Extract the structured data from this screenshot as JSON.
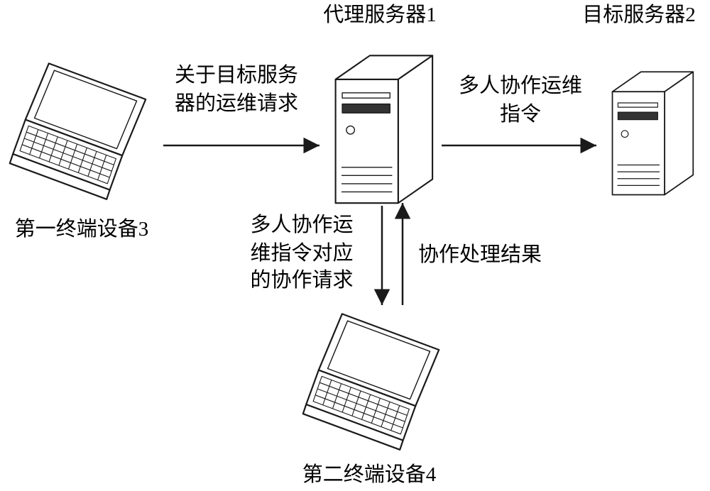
{
  "diagram": {
    "background": "#ffffff",
    "ink": "#1a1a1a",
    "nodes": {
      "proxy_server": {
        "title": "代理服务器1"
      },
      "target_server": {
        "title": "目标服务器2"
      },
      "terminal1": {
        "label": "第一终端设备3"
      },
      "terminal2": {
        "label": "第二终端设备4"
      }
    },
    "edges": {
      "request_to_proxy": {
        "lines": [
          "关于目标服务",
          "器的运维请求"
        ]
      },
      "ops_instruction": {
        "lines": [
          "多人协作运维",
          "指令"
        ]
      },
      "collab_request": {
        "lines": [
          "多人协作运",
          "维指令对应",
          "的协作请求"
        ]
      },
      "collab_result": {
        "lines": [
          "协作处理结果"
        ]
      }
    }
  }
}
